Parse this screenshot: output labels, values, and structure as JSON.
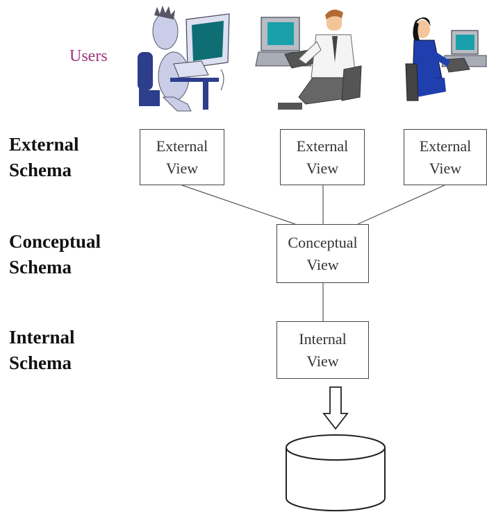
{
  "users_label": "Users",
  "users_label_color": "#a0337e",
  "levels": {
    "external": [
      "External",
      "Schema"
    ],
    "conceptual": [
      "Conceptual",
      "Schema"
    ],
    "internal": [
      "Internal",
      "Schema"
    ]
  },
  "external_views": [
    {
      "line1": "External",
      "line2": "View"
    },
    {
      "line1": "External",
      "line2": "View"
    },
    {
      "line1": "External",
      "line2": "View"
    }
  ],
  "conceptual_view": {
    "line1": "Conceptual",
    "line2": "View"
  },
  "internal_view": {
    "line1": "Internal",
    "line2": "View"
  },
  "icons": [
    "user-at-computer-icon",
    "user-at-computer-icon",
    "user-at-computer-icon",
    "down-arrow-icon",
    "database-cylinder-icon"
  ]
}
